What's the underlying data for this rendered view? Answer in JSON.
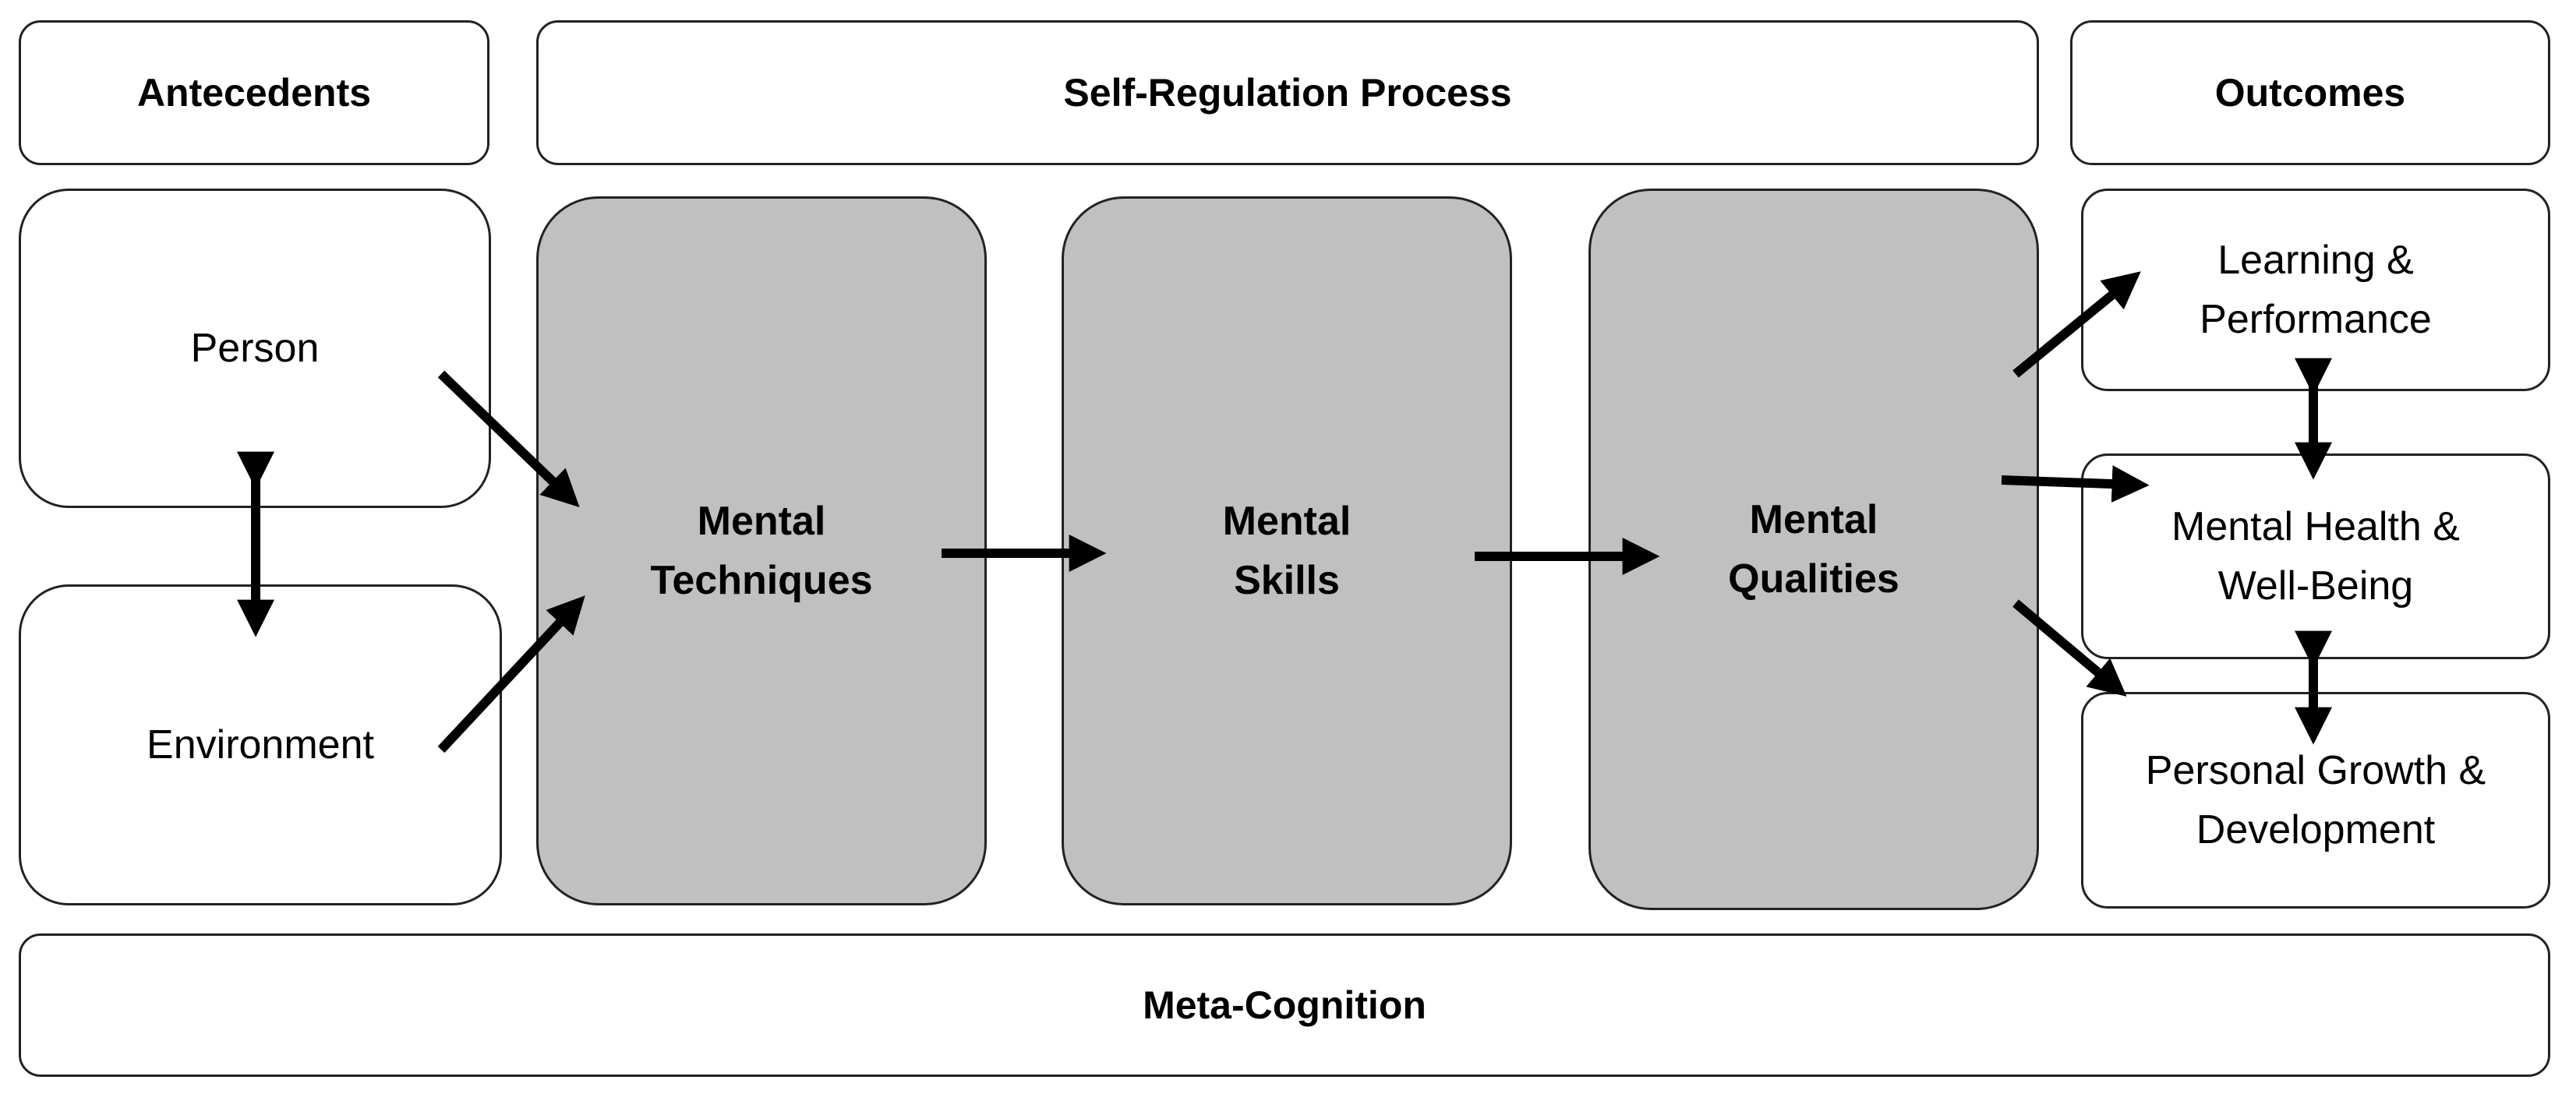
{
  "headers": {
    "antecedents": "Antecedents",
    "process": "Self-Regulation Process",
    "outcomes": "Outcomes"
  },
  "antecedents": {
    "person": "Person",
    "environment": "Environment"
  },
  "process": {
    "techniques": "Mental\nTechniques",
    "skills": "Mental\nSkills",
    "qualities": "Mental\nQualities"
  },
  "outcomes": {
    "learning": "Learning &\nPerformance",
    "health": "Mental Health &\nWell-Being",
    "growth": "Personal Growth &\nDevelopment"
  },
  "footer": {
    "metacognition": "Meta-Cognition"
  },
  "colors": {
    "process_fill": "#c0c0c0",
    "border": "#222222",
    "arrow": "#000000"
  }
}
